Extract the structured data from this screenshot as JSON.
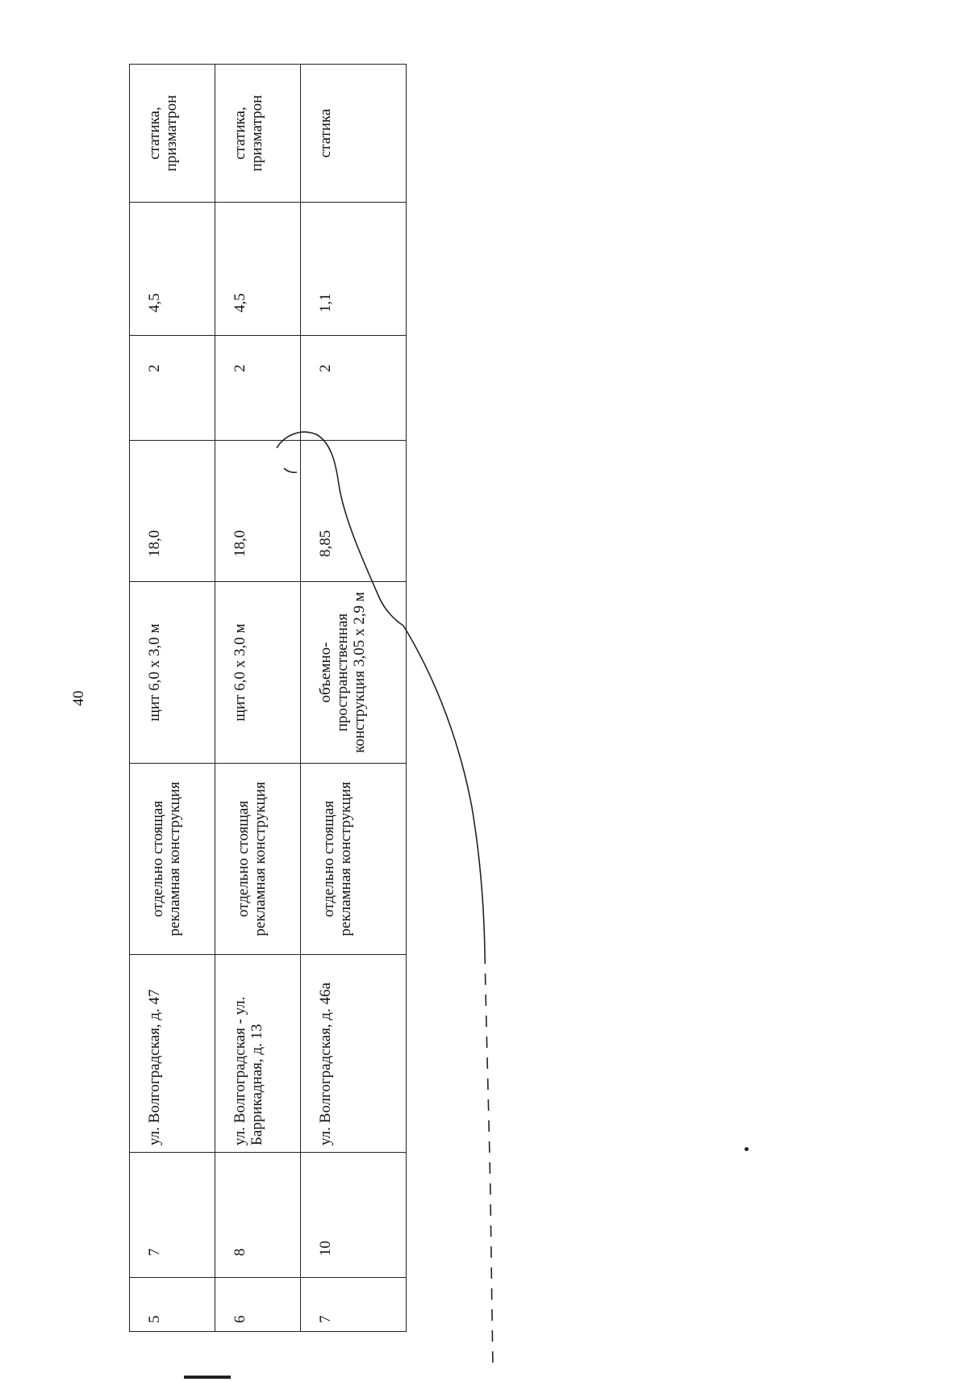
{
  "page_number": "40",
  "rows": [
    {
      "index": "5",
      "number": "7",
      "address": "ул. Волгоградская, д. 47",
      "type": "отдельно стоящая рекламная конструкция",
      "construction": "щит 6,0 х 3,0 м",
      "area": "18,0",
      "faces": "2",
      "lease": "4,5",
      "technology": "статика, призматрон"
    },
    {
      "index": "6",
      "number": "8",
      "address": "ул. Волгоградская - ул. Баррикадная, д. 13",
      "type": "отдельно стоящая рекламная конструкция",
      "construction": "щит 6,0 х 3,0 м",
      "area": "18,0",
      "faces": "2",
      "lease": "4,5",
      "technology": "статика, призматрон"
    },
    {
      "index": "7",
      "number": "10",
      "address": "ул. Волгоградская, д. 46а",
      "type": "отдельно стоящая рекламная конструкция",
      "construction": "объемно-пространственная конструкция 3,05 х 2,9 м",
      "area": "8,85",
      "faces": "2",
      "lease": "1,1",
      "technology": "статика"
    }
  ]
}
